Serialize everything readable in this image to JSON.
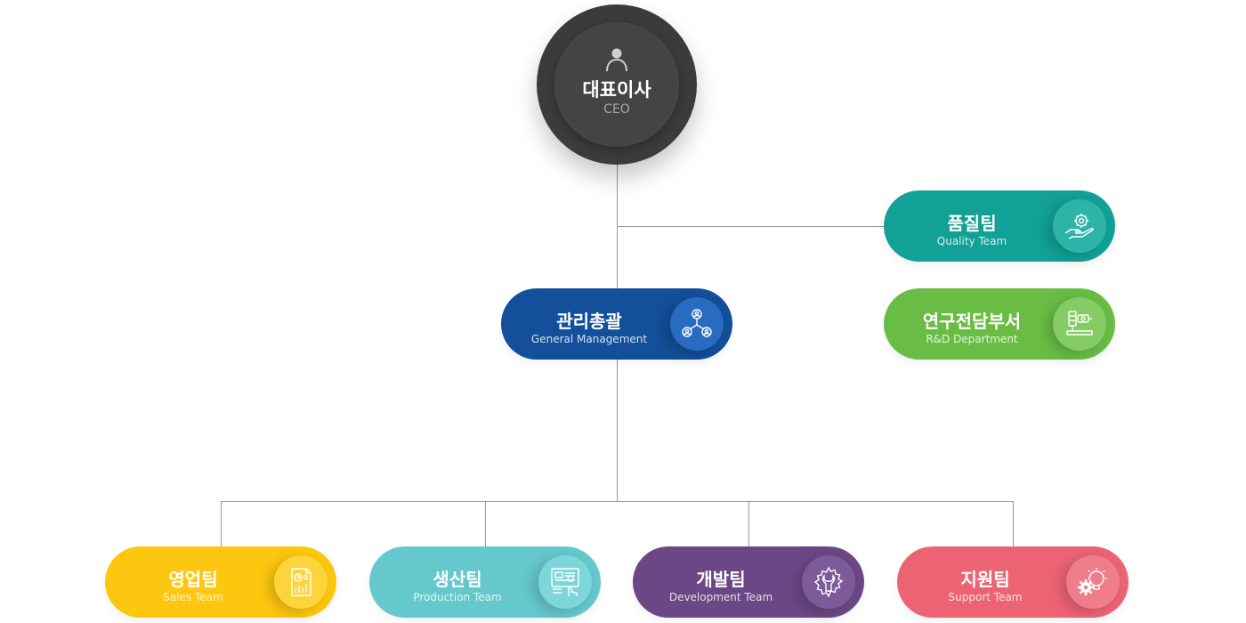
{
  "ceo": {
    "title": "대표이사",
    "subtitle": "CEO",
    "icon": "person-icon"
  },
  "colors": {
    "ceo": "#3b3b3b",
    "quality": "#11a196",
    "rnd": "#69bd45",
    "general": "#134f9a",
    "sales": "#fdc70f",
    "production": "#65c8cd",
    "development": "#6b4885",
    "support": "#ec6474",
    "connector": "#9a9a9a"
  },
  "departments": {
    "quality": {
      "title": "품질팀",
      "subtitle": "Quality Team",
      "icon": "gear-hand-icon"
    },
    "rnd": {
      "title": "연구전담부서",
      "subtitle": "R&D Department",
      "icon": "lab-equipment-icon"
    },
    "general": {
      "title": "관리총괄",
      "subtitle": "General Management",
      "icon": "network-people-icon"
    }
  },
  "teams": {
    "sales": {
      "title": "영업팀",
      "subtitle": "Sales Team",
      "icon": "sales-report-icon"
    },
    "production": {
      "title": "생산팀",
      "subtitle": "Production Team",
      "icon": "touch-screen-icon"
    },
    "development": {
      "title": "개발팀",
      "subtitle": "Development Team",
      "icon": "gear-wrench-icon"
    },
    "support": {
      "title": "지원팀",
      "subtitle": "Support Team",
      "icon": "gear-bulb-icon"
    }
  }
}
